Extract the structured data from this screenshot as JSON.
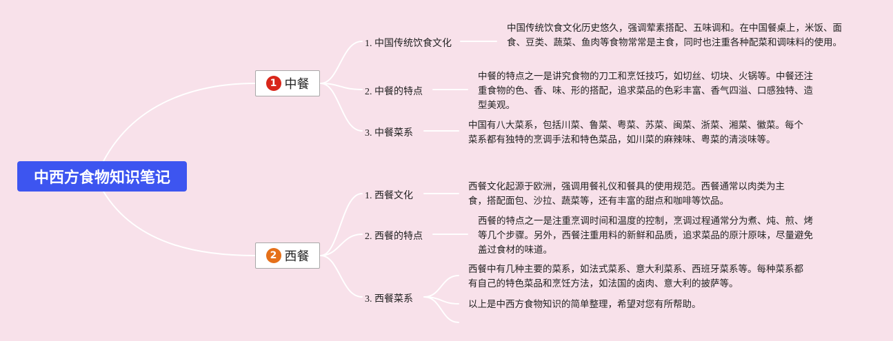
{
  "root": {
    "label": "中西方食物知识笔记"
  },
  "colors": {
    "root_bg": "#3d55f0",
    "badge_1": "#d8261a",
    "badge_2": "#e5701a",
    "background": "#f8e1ea"
  },
  "branches": [
    {
      "number": "1",
      "label": "中餐",
      "subs": [
        {
          "label": "1. 中国传统饮食文化",
          "leaves": [
            "中国传统饮食文化历史悠久，强调荤素搭配、五味调和。在中国餐桌上，米饭、面食、豆类、蔬菜、鱼肉等食物常常是主食，同时也注重各种配菜和调味料的使用。"
          ]
        },
        {
          "label": "2. 中餐的特点",
          "leaves": [
            "中餐的特点之一是讲究食物的刀工和烹饪技巧，如切丝、切块、火锅等。中餐还注重食物的色、香、味、形的搭配，追求菜品的色彩丰富、香气四溢、口感独特、造型美观。"
          ]
        },
        {
          "label": "3. 中餐菜系",
          "leaves": [
            "中国有八大菜系，包括川菜、鲁菜、粤菜、苏菜、闽菜、浙菜、湘菜、徽菜。每个菜系都有独特的烹调手法和特色菜品，如川菜的麻辣味、粤菜的清淡味等。"
          ]
        }
      ]
    },
    {
      "number": "2",
      "label": "西餐",
      "subs": [
        {
          "label": "1. 西餐文化",
          "leaves": [
            "西餐文化起源于欧洲，强调用餐礼仪和餐具的使用规范。西餐通常以肉类为主食，搭配面包、沙拉、蔬菜等，还有丰富的甜点和咖啡等饮品。"
          ]
        },
        {
          "label": "2. 西餐的特点",
          "leaves": [
            "西餐的特点之一是注重烹调时间和温度的控制，烹调过程通常分为煮、炖、煎、烤等几个步骤。另外，西餐注重用料的新鲜和品质，追求菜品的原汁原味，尽量避免盖过食材的味道。"
          ]
        },
        {
          "label": "3. 西餐菜系",
          "leaves": [
            "西餐中有几种主要的菜系，如法式菜系、意大利菜系、西班牙菜系等。每种菜系都有自己的特色菜品和烹饪方法，如法国的卤肉、意大利的披萨等。",
            "以上是中西方食物知识的简单整理，希望对您有所帮助。",
            ""
          ]
        }
      ]
    }
  ]
}
